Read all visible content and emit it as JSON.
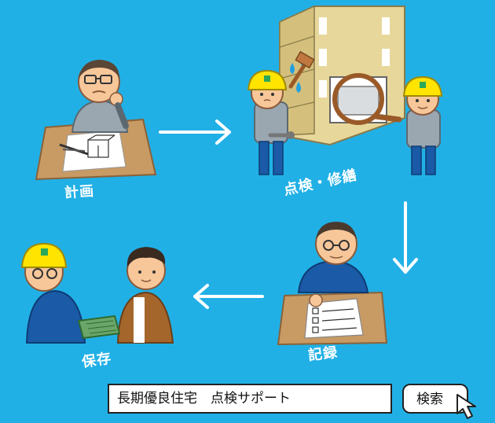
{
  "steps": {
    "plan": "計画",
    "inspect": "点検・修繕",
    "record": "記録",
    "store": "保存"
  },
  "search": {
    "text": "長期優良住宅　点検サポート",
    "button": "検索"
  },
  "colors": {
    "background": "#21b0e6",
    "helmet": "#ffe400",
    "uniform": "#1a5aa6",
    "desk": "#c89a64",
    "building": "#e8d79a"
  },
  "icons": [
    "arrow-right-icon",
    "arrow-down-icon",
    "arrow-left-icon",
    "pointer-cursor-icon",
    "magnifier-icon",
    "water-drop-icon",
    "hammer-icon",
    "wrench-icon"
  ]
}
